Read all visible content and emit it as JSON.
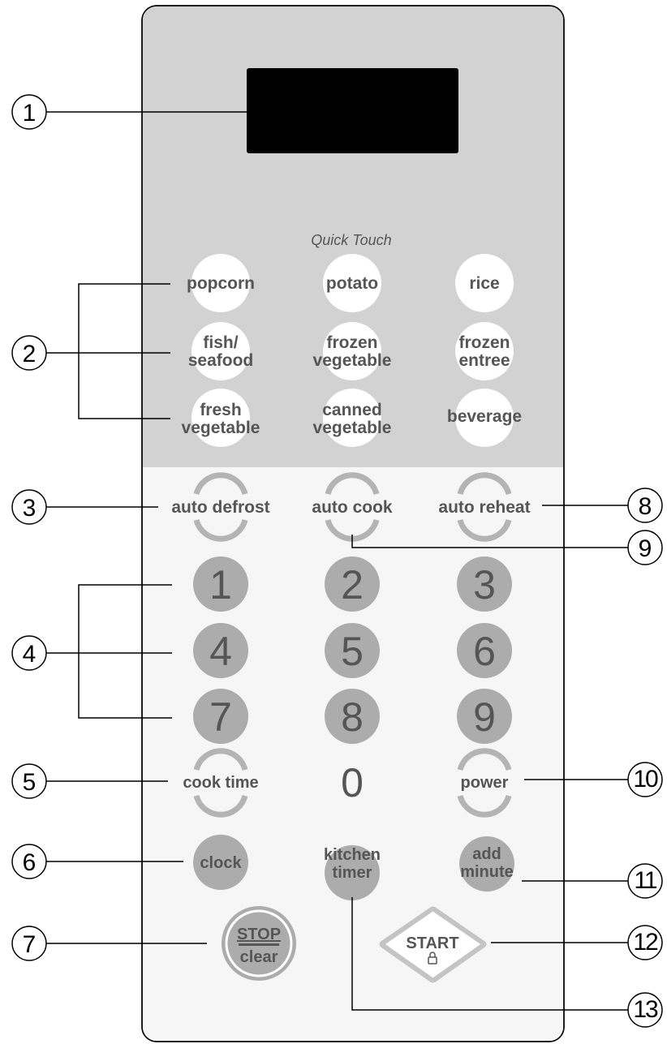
{
  "quick_touch": {
    "title": "Quick Touch",
    "buttons": [
      [
        "popcorn"
      ],
      [
        "potato"
      ],
      [
        "rice"
      ],
      [
        "fish/",
        "seafood"
      ],
      [
        "frozen",
        "vegetable"
      ],
      [
        "frozen",
        "entree"
      ],
      [
        "fresh",
        "vegetable"
      ],
      [
        "canned",
        "vegetable"
      ],
      [
        "beverage"
      ]
    ]
  },
  "auto": {
    "defrost": "auto defrost",
    "cook": "auto cook",
    "reheat": "auto reheat"
  },
  "numbers": [
    "1",
    "2",
    "3",
    "4",
    "5",
    "6",
    "7",
    "8",
    "9",
    "0"
  ],
  "controls": {
    "cook_time": "cook time",
    "power": "power",
    "clock": "clock",
    "kitchen_timer": [
      "kitchen",
      "timer"
    ],
    "add_minute": [
      "add",
      "minute"
    ],
    "stop": "STOP",
    "clear": "clear",
    "start": "START",
    "start_icon": "lock-icon"
  },
  "callouts": [
    "1",
    "2",
    "3",
    "4",
    "5",
    "6",
    "7",
    "8",
    "9",
    "10",
    "11",
    "12",
    "13"
  ],
  "colors": {
    "panel_gray": "#d2d2d2",
    "lower_panel": "#f6f6f6",
    "display": "#000000",
    "button_gray": "#acacac",
    "text_gray": "#555555",
    "ring_gray": "#b4b4b4"
  }
}
